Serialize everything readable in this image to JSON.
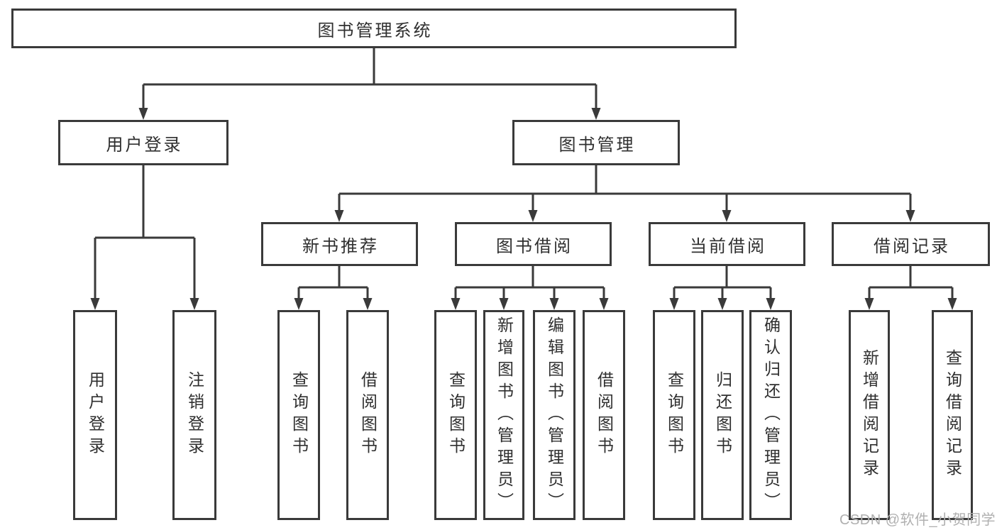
{
  "diagram": {
    "title": "图书管理系统",
    "root": {
      "label": "图书管理系统"
    },
    "level2": [
      {
        "id": "user-login",
        "label": "用户登录"
      },
      {
        "id": "book-management",
        "label": "图书管理"
      }
    ],
    "level3": [
      {
        "id": "new-book-recommend",
        "label": "新书推荐"
      },
      {
        "id": "book-borrow",
        "label": "图书借阅"
      },
      {
        "id": "current-borrow",
        "label": "当前借阅"
      },
      {
        "id": "borrow-records",
        "label": "借阅记录"
      }
    ],
    "leaves": [
      {
        "id": "user-login",
        "label": "用户登录"
      },
      {
        "id": "logout",
        "label": "注销登录"
      },
      {
        "id": "query-books-1",
        "label": "查询图书"
      },
      {
        "id": "borrow-books-1",
        "label": "借阅图书"
      },
      {
        "id": "query-books-2",
        "label": "查询图书"
      },
      {
        "id": "add-book-admin",
        "label": "新增图书（管理员）"
      },
      {
        "id": "edit-book-admin",
        "label": "编辑图书（管理员）"
      },
      {
        "id": "borrow-books-2",
        "label": "借阅图书"
      },
      {
        "id": "query-books-3",
        "label": "查询图书"
      },
      {
        "id": "return-book",
        "label": "归还图书"
      },
      {
        "id": "confirm-return-admin",
        "label": "确认归还（管理员）"
      },
      {
        "id": "add-borrow-record",
        "label": "新增借阅记录"
      },
      {
        "id": "query-borrow-record",
        "label": "查询借阅记录"
      }
    ]
  },
  "watermark": {
    "text": "CSDN @软件_小贺同学"
  },
  "colors": {
    "line": "#3a3a3a",
    "text": "#2f2f2f",
    "watermark": "#b0b0b0",
    "background": "#ffffff"
  }
}
